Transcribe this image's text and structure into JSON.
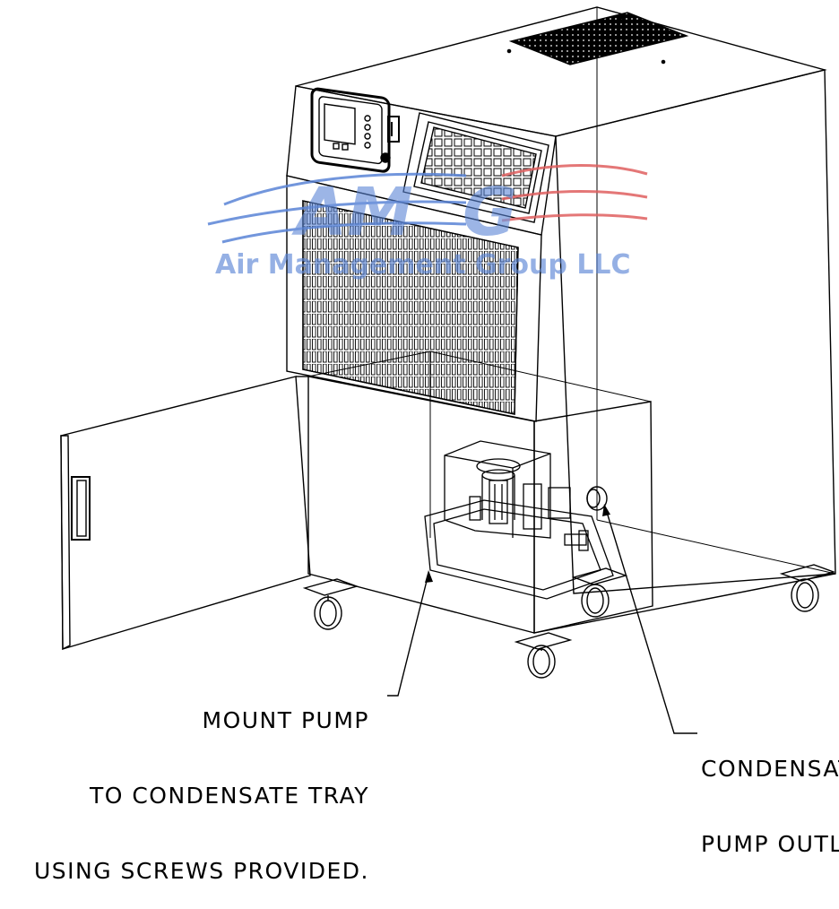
{
  "watermark": {
    "company": "Air Management Group LLC",
    "colors": {
      "blue": "#5a84d6",
      "red": "#e06060"
    }
  },
  "callouts": {
    "left": [
      "MOUNT PUMP",
      "TO CONDENSATE TRAY",
      "USING SCREWS PROVIDED."
    ],
    "right": [
      "CONDENSATE",
      "PUMP OUTLET"
    ]
  },
  "colors": {
    "line": "#000000",
    "background": "#ffffff"
  }
}
